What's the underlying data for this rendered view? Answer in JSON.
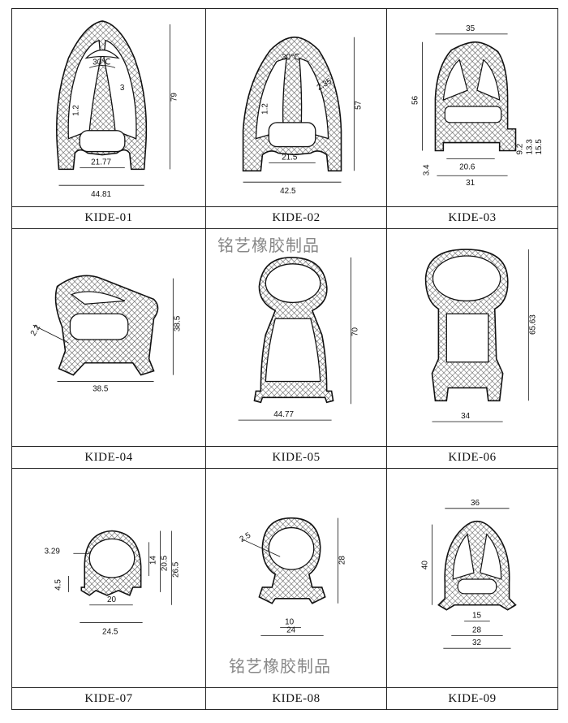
{
  "watermark": "铭艺橡胶制品",
  "profiles": [
    {
      "label": "KIDE-01",
      "dims": [
        "79",
        "44.81",
        "21.77",
        "30℃",
        "1.2",
        "3"
      ]
    },
    {
      "label": "KIDE-02",
      "dims": [
        "57",
        "42.5",
        "21.5",
        "30℃",
        "2.35",
        "1.2"
      ]
    },
    {
      "label": "KIDE-03",
      "dims": [
        "35",
        "56",
        "20.6",
        "31",
        "3.4",
        "9.2",
        "13.3",
        "15.5"
      ]
    },
    {
      "label": "KIDE-04",
      "dims": [
        "38.5",
        "38.5",
        "2.2"
      ]
    },
    {
      "label": "KIDE-05",
      "dims": [
        "70",
        "44.77"
      ]
    },
    {
      "label": "KIDE-06",
      "dims": [
        "65.63",
        "34"
      ]
    },
    {
      "label": "KIDE-07",
      "dims": [
        "3.29",
        "4.5",
        "14",
        "20.5",
        "26.5",
        "20",
        "24.5"
      ]
    },
    {
      "label": "KIDE-08",
      "dims": [
        "2.5",
        "28",
        "10",
        "24"
      ]
    },
    {
      "label": "KIDE-09",
      "dims": [
        "36",
        "40",
        "15",
        "28",
        "32"
      ]
    }
  ]
}
